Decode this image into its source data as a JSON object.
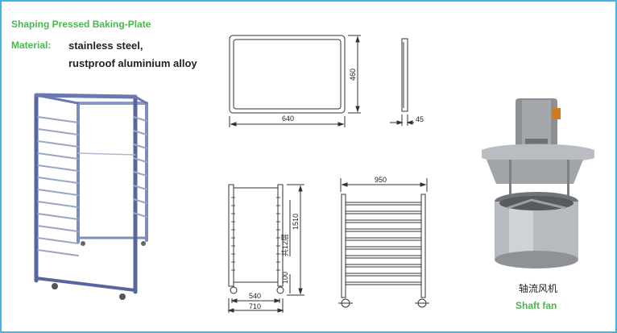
{
  "header": {
    "title": "Shaping Pressed Baking-Plate",
    "material_label": "Material:",
    "material_lines": [
      "stainless steel,",
      "rustproof aluminium alloy"
    ]
  },
  "drawings": {
    "plate_top": {
      "width": "640",
      "height": "460"
    },
    "plate_side": {
      "depth": "45"
    },
    "trolley_front": {
      "height": "1510",
      "spacing": "共12层",
      "base": "100",
      "inner_width": "540",
      "outer_width": "710"
    },
    "trolley_side": {
      "depth": "950"
    }
  },
  "fan": {
    "label_cn": "轴流风机",
    "label_en": "Shaft fan"
  },
  "colors": {
    "accent": "#48b74d",
    "border": "#3fb6e8"
  }
}
